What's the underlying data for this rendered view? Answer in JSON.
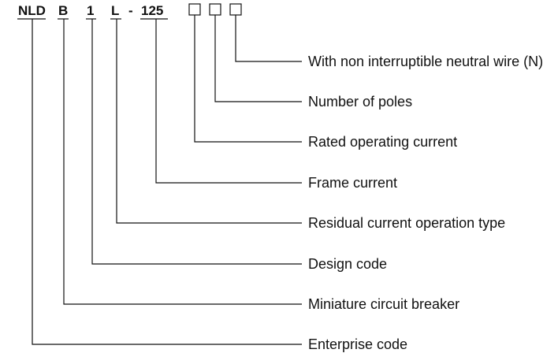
{
  "model_code": {
    "parts": [
      "NLD",
      "B",
      "1",
      "L",
      "-",
      "125"
    ],
    "placeholder_boxes": 3
  },
  "descriptions": [
    "With non interruptible neutral wire (N)",
    "Number of poles",
    "Rated operating current",
    "Frame current",
    "Residual current operation type",
    "Design code",
    "Miniature circuit breaker",
    "Enterprise code"
  ]
}
